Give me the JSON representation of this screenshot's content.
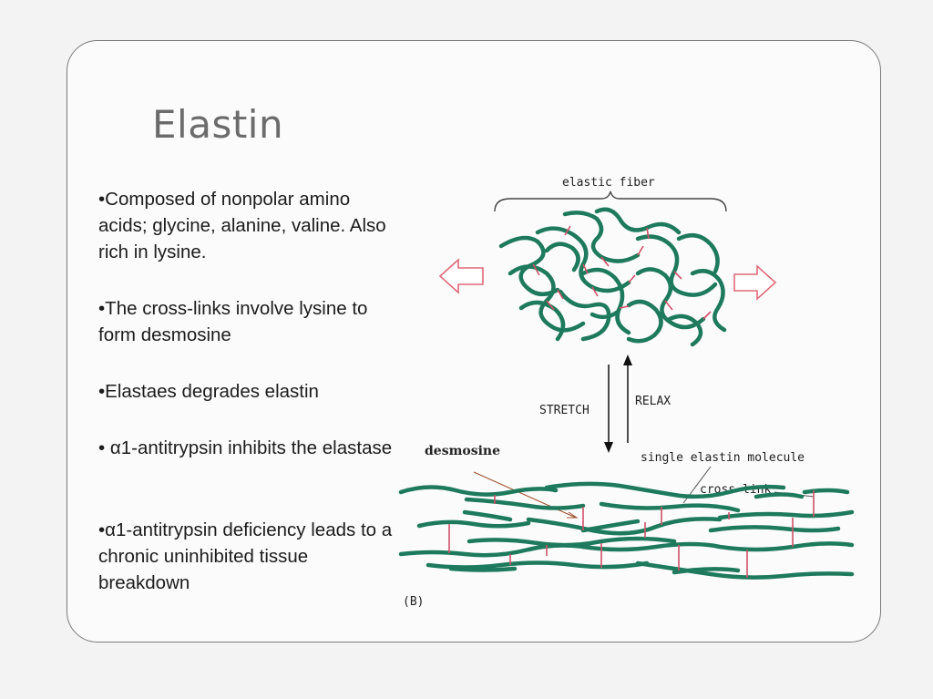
{
  "slide": {
    "title": "Elastin",
    "bullets": [
      "•Composed of nonpolar amino acids; glycine, alanine, valine. Also rich in lysine.",
      "•The cross-links involve lysine to form desmosine",
      "•Elastaes degrades elastin",
      "• α1-antitrypsin inhibits the elastase",
      "•α1-antitrypsin  deficiency leads to a chronic uninhibited tissue breakdown"
    ]
  },
  "diagram": {
    "elastic_fiber_label": "elastic fiber",
    "stretch_label": "STRETCH",
    "relax_label": "RELAX",
    "desmosine_label": "desmosine",
    "single_molecule_label": "single elastin molecule",
    "cross_link_label": "cross-link",
    "panel_label": "(B)",
    "colors": {
      "fiber": "#1e7a5c",
      "cross_link": "#d0506a",
      "arrow_outline": "#e06a78",
      "annotation_arrow": "#a0522d"
    }
  }
}
